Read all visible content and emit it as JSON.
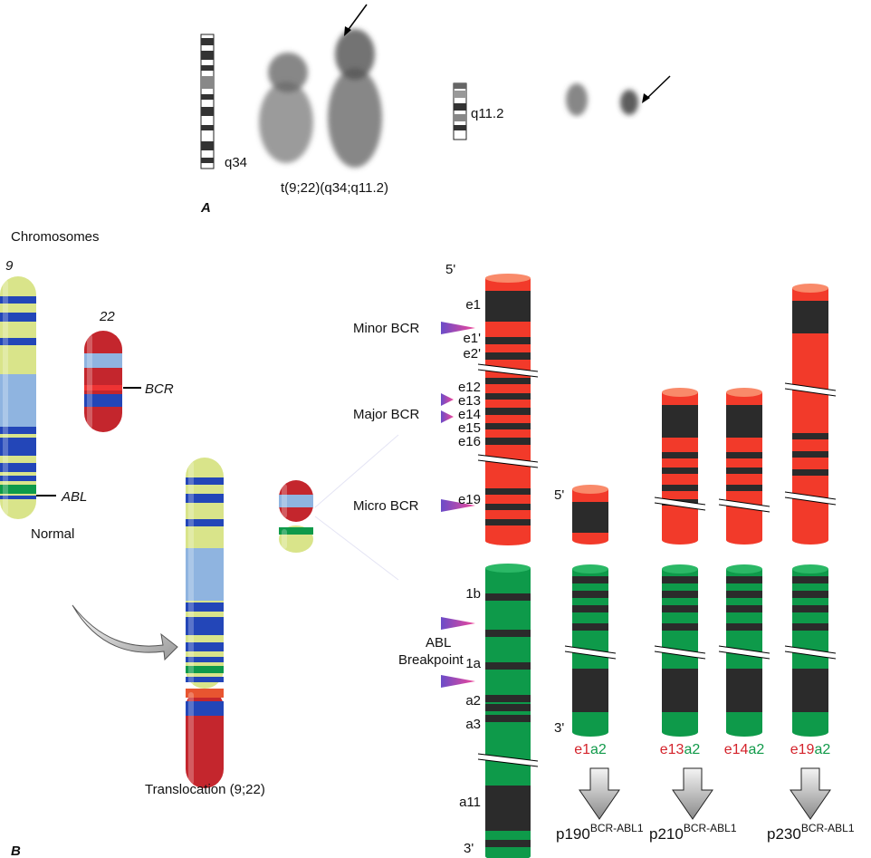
{
  "panel_a": {
    "label": "A",
    "chr9_band": "q34",
    "chr22_band": "q11.2",
    "translocation": "t(9;22)(q34;q11.2)"
  },
  "panel_b": {
    "label": "B",
    "title": "Chromosomes",
    "chr9_number": "9",
    "chr22_number": "22",
    "bcr_marker": "BCR",
    "abl_marker": "ABL",
    "normal_label": "Normal",
    "translocation_label": "Translocation (9;22)",
    "bcr_gene": {
      "five_prime": "5'",
      "exons": [
        "e1",
        "e1'",
        "e2'",
        "e12",
        "e13",
        "e14",
        "e15",
        "e16",
        "e19"
      ],
      "regions": [
        "Minor BCR",
        "Major BCR",
        "Micro BCR"
      ]
    },
    "abl_gene": {
      "three_prime": "3'",
      "exons": [
        "1b",
        "1a",
        "a2",
        "a3",
        "a11"
      ],
      "region": [
        "ABL",
        "Breakpoint"
      ]
    },
    "fusion": {
      "five_prime": "5'",
      "three_prime": "3'",
      "transcripts": [
        {
          "bcr": "e1",
          "abl": "a2",
          "protein": "p190",
          "sup": "BCR-ABL1"
        },
        {
          "bcr": "e13",
          "abl": "a2",
          "protein": "p210",
          "sup": "BCR-ABL1"
        },
        {
          "bcr": "e14",
          "abl": "a2",
          "protein": "p210",
          "sup": "BCR-ABL1"
        },
        {
          "bcr": "e19",
          "abl": "a2",
          "protein": "p230",
          "sup": "BCR-ABL1"
        }
      ],
      "products": [
        {
          "protein": "p190",
          "sup": "BCR-ABL1"
        },
        {
          "protein": "p210",
          "sup": "BCR-ABL1"
        },
        {
          "protein": "p230",
          "sup": "BCR-ABL1"
        }
      ]
    }
  },
  "colors": {
    "bcr_red": "#f23a2a",
    "abl_green": "#0e9a4a",
    "band_dark": "#2b2b2b",
    "chr_yellow": "#d9e48a",
    "chr_blue": "#2346b8",
    "chr_lightblue": "#8fb4e0",
    "chr_red": "#c4262d",
    "wedge_purple": "#7a4cc0",
    "label_red": "#d4232b",
    "label_green": "#119a4a"
  }
}
